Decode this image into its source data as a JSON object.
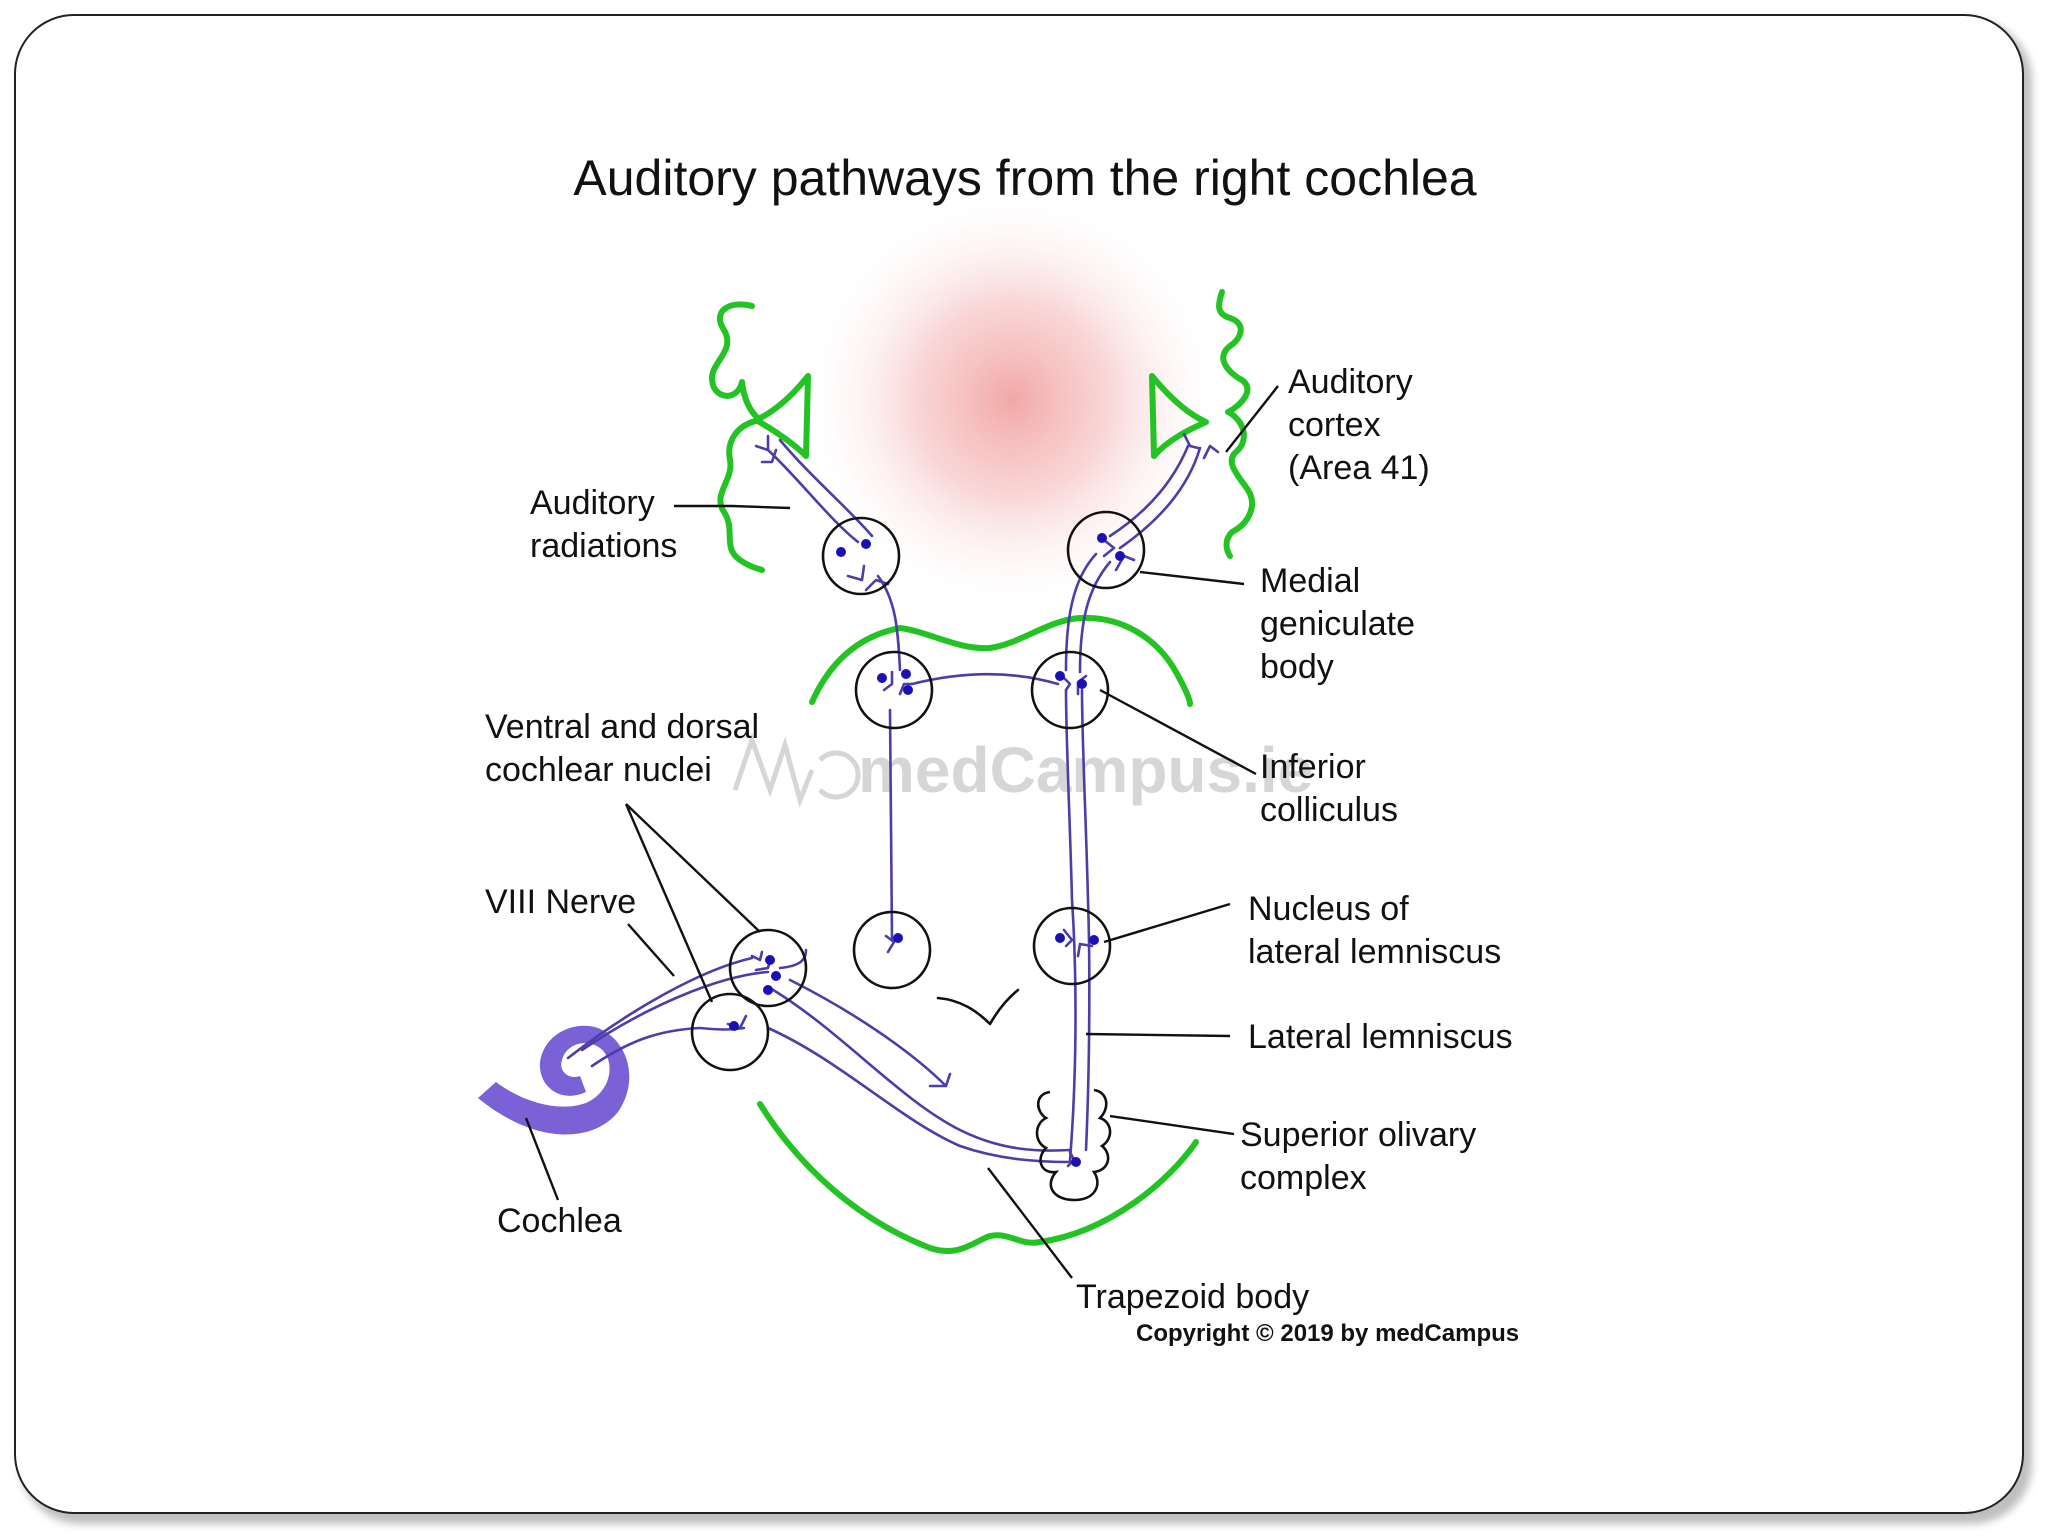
{
  "title": "Auditory pathways from the right cochlea",
  "labels": {
    "auditory_cortex": [
      "Auditory",
      "cortex",
      "(Area 41)"
    ],
    "auditory_radiations": [
      "Auditory",
      "radiations"
    ],
    "medial_geniculate_body": [
      "Medial",
      "geniculate",
      "body"
    ],
    "cochlear_nuclei": [
      "Ventral and dorsal",
      "cochlear nuclei"
    ],
    "inferior_colliculus": [
      "Inferior",
      "colliculus"
    ],
    "viii_nerve": [
      "VIII Nerve"
    ],
    "nucleus_lateral_lemniscus": [
      "Nucleus of",
      "lateral lemniscus"
    ],
    "lateral_lemniscus": [
      "Lateral lemniscus"
    ],
    "superior_olivary_complex": [
      "Superior olivary",
      "complex"
    ],
    "cochlea": [
      "Cochlea"
    ],
    "trapezoid_body": [
      "Trapezoid body"
    ]
  },
  "watermark": "medCampus.ie",
  "copyright": "Copyright © 2019 by medCampus",
  "colors": {
    "brain_outline": "#22c322",
    "fiber": "#4b3ea6",
    "synapse_dot": "#1a10b5",
    "cochlea": "#7a62d6",
    "cortex_glow": "#f2a3a3"
  }
}
